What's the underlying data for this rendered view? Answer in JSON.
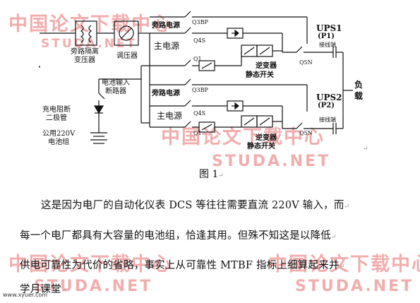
{
  "diagram": {
    "labels": {
      "bypass_transformer": "旁路隔离\n变压器",
      "regulator": "调压器",
      "bypass_power_top": "旁路电源",
      "main_power_top": "主电源",
      "q3bp_top": "Q3BP",
      "q4s_top": "Q4S",
      "q1_top": "Q1",
      "inverter_top": "逆变器",
      "static_switch_top": "静态开关",
      "q5n_top": "Q5N",
      "ups1": "UPS1",
      "p1": "(P1)",
      "jumper_top": "接线端",
      "load": "负\n载",
      "battery_breaker": "电池输入\n断路器",
      "charge_diode": "充电阻断\n二极管",
      "battery_bank": "公用220V\n电池组",
      "bypass_power_bottom": "旁路电源",
      "main_power_bottom": "主电源",
      "q3bp_bottom": "Q3BP",
      "q4s_bottom": "Q4S",
      "q1_bottom": "Q1",
      "inverter_bottom": "逆变器",
      "static_switch_bottom": "静态开关",
      "q5n_bottom": "Q5N",
      "ups2": "UPS2",
      "p2": "(P2)",
      "jumper_bottom": "接线端"
    },
    "caption": "图 1"
  },
  "paragraph": {
    "line1": "这是因为电厂的自动化仪表 DCS 等往往需要直流 220V 输入，而",
    "line2": "每一个电厂都具有大容量的电池组，恰逢其用。但殊不知这是以降低",
    "line3": "供电可靠性为代价的省略，事实上从可靠性 MTBF 指标上细算起来并",
    "line4": "学月课堂"
  },
  "watermarks": {
    "cn": "中国论文下载中心",
    "en": "STUDA.NET"
  },
  "site_tag": "www.xyuer.com",
  "return_mark": "↵"
}
